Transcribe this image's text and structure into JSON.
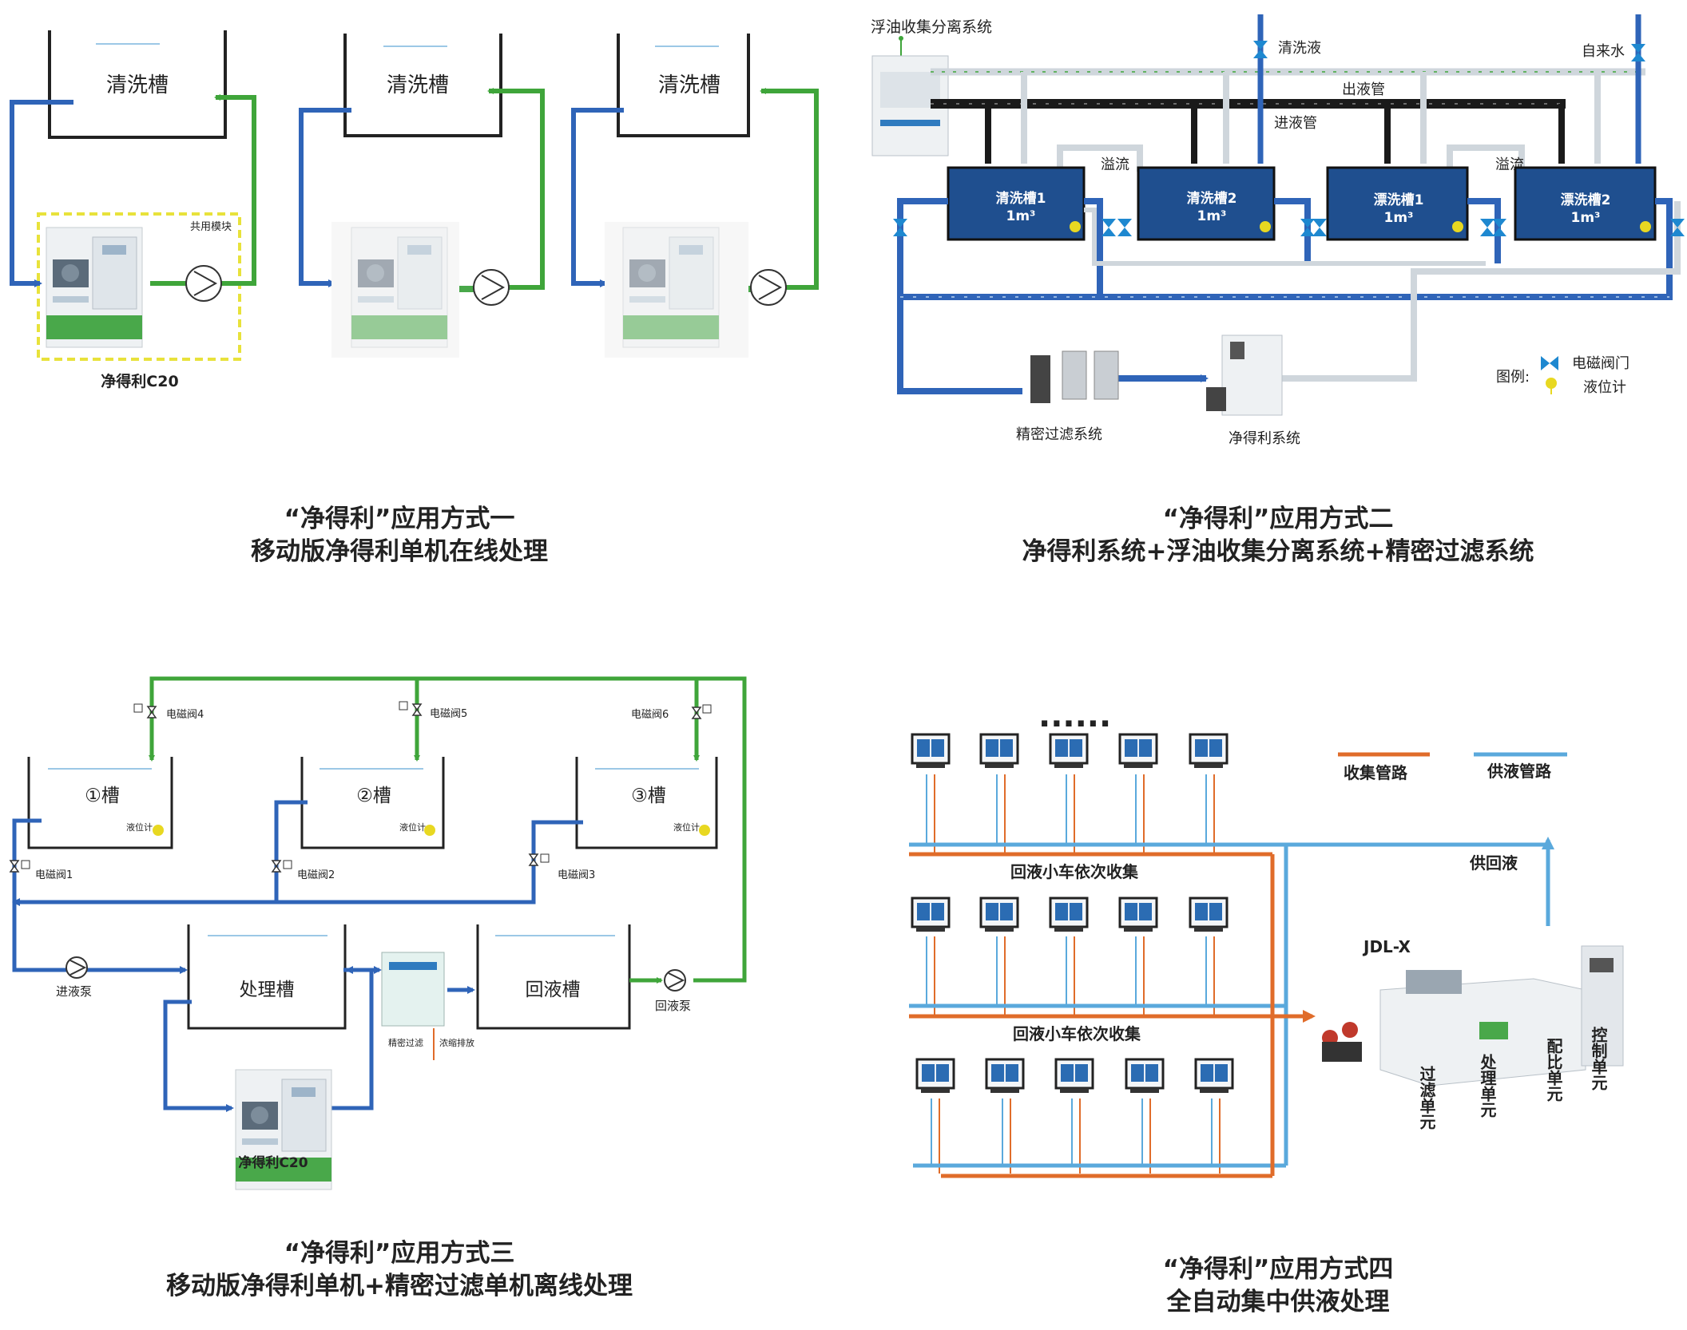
{
  "colors": {
    "green_pipe": "#3fa53a",
    "blue_pipe": "#2f64b8",
    "navy_tank": "#1f4f8f",
    "orange_pipe": "#e06c2a",
    "light_blue_pipe": "#5aa9dc",
    "highlight_dash": "#e8e23b",
    "valve_blue": "#1e88d0",
    "sensor_yellow": "#e8d821",
    "machine_green": "#49a84a"
  },
  "q1": {
    "tanks": [
      "清洗槽",
      "清洗槽",
      "清洗槽"
    ],
    "shared_module": "共用模块",
    "machine": "净得利C20",
    "caption_line1": "“净得利”应用方式一",
    "caption_line2": "移动版净得利单机在线处理"
  },
  "q2": {
    "oil_system": "浮油收集分离系统",
    "clean_fluid": "清洗液",
    "tap_water": "自来水",
    "outlet_pipe": "出液管",
    "inlet_pipe": "进液管",
    "overflow_1": "溢流",
    "overflow_2": "溢流",
    "tanks": [
      {
        "name": "清洗槽1",
        "vol": "1m³"
      },
      {
        "name": "清洗槽2",
        "vol": "1m³"
      },
      {
        "name": "漂洗槽1",
        "vol": "1m³"
      },
      {
        "name": "漂洗槽2",
        "vol": "1m³"
      }
    ],
    "legend_title": "图例:",
    "legend_valve": "电磁阀门",
    "legend_level": "液位计",
    "filter_system": "精密过滤系统",
    "jdl_system": "净得利系统",
    "caption_line1": "“净得利”应用方式二",
    "caption_line2": "净得利系统+浮油收集分离系统+精密过滤系统"
  },
  "q3": {
    "tanks": [
      "①槽",
      "②槽",
      "③槽"
    ],
    "level_label": "液位计",
    "valves_top": [
      "电磁阀4",
      "电磁阀5",
      "电磁阀6"
    ],
    "valves_bottom": [
      "电磁阀1",
      "电磁阀2",
      "电磁阀3"
    ],
    "inlet_pump": "进液泵",
    "process_tank": "处理槽",
    "fine_filter": "精密过滤",
    "conc_discharge": "浓缩排放",
    "return_tank": "回液槽",
    "return_pump": "回液泵",
    "machine": "净得利C20",
    "caption_line1": "“净得利”应用方式三",
    "caption_line2": "移动版净得利单机+精密过滤单机离线处理"
  },
  "q4": {
    "dots": "......",
    "legend_collect": "收集管路",
    "legend_supply": "供液管路",
    "collect_row1": "回液小车依次收集",
    "collect_row2": "回液小车依次收集",
    "supply_return": "供回液",
    "model": "JDL-X",
    "units": [
      "过滤单元",
      "处理单元",
      "配比单元",
      "控制单元"
    ],
    "caption_line1": "“净得利”应用方式四",
    "caption_line2": "全自动集中供液处理"
  }
}
